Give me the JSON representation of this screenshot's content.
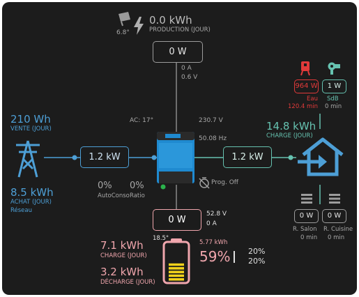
{
  "solar": {
    "energy": "0.0 kWh",
    "label": "PRODUCTION (JOUR)",
    "angle": "6.8°",
    "power_box": "0 W",
    "current": "0 A",
    "voltage": "0.6 V"
  },
  "grid": {
    "sold": "210 Wh",
    "sold_label": "VENTE (JOUR)",
    "bought": "8.5 kWh",
    "bought_label": "ACHAT (JOUR)",
    "name": "Réseau",
    "power_box": "1.2 kW",
    "autoconso_pct": "0%",
    "autoconso_label": "AutoConso",
    "ratio_pct": "0%",
    "ratio_label": "Ratio"
  },
  "inverter": {
    "ac_temp": "AC: 17°",
    "voltage": "230.7 V",
    "frequency": "50.08 Hz",
    "prog": "Prog. Off"
  },
  "home": {
    "power_box": "1.2 kW",
    "energy": "14.8 kWh",
    "label": "CHARGE (JOUR)",
    "water": {
      "power": "964 W",
      "name": "Eau",
      "runtime": "120.4 min"
    },
    "bath": {
      "power": "1 W",
      "name": "SdB",
      "runtime": "0 min"
    },
    "salon": {
      "power": "0 W",
      "name": "R. Salon",
      "runtime": "0 min"
    },
    "kitchen": {
      "power": "0 W",
      "name": "R. Cuisine",
      "runtime": "0 min"
    }
  },
  "battery": {
    "power_box": "0 W",
    "voltage": "52.8 V",
    "current": "0 A",
    "temp": "18.5°",
    "stored": "5.77 kWh",
    "soc": "59%",
    "soc_value": 59,
    "limit_top": "20%",
    "limit_bottom": "20%",
    "charge": "7.1 kWh",
    "charge_label": "CHARGE (JOUR)",
    "discharge": "3.2 kWh",
    "discharge_label": "DÉCHARGE (JOUR)"
  },
  "colors": {
    "grid": "#4d9fd6",
    "home": "#66c2b0",
    "battery": "#f0a6ad",
    "alert": "#e23a3a",
    "inverter": "#1f8ad0"
  }
}
